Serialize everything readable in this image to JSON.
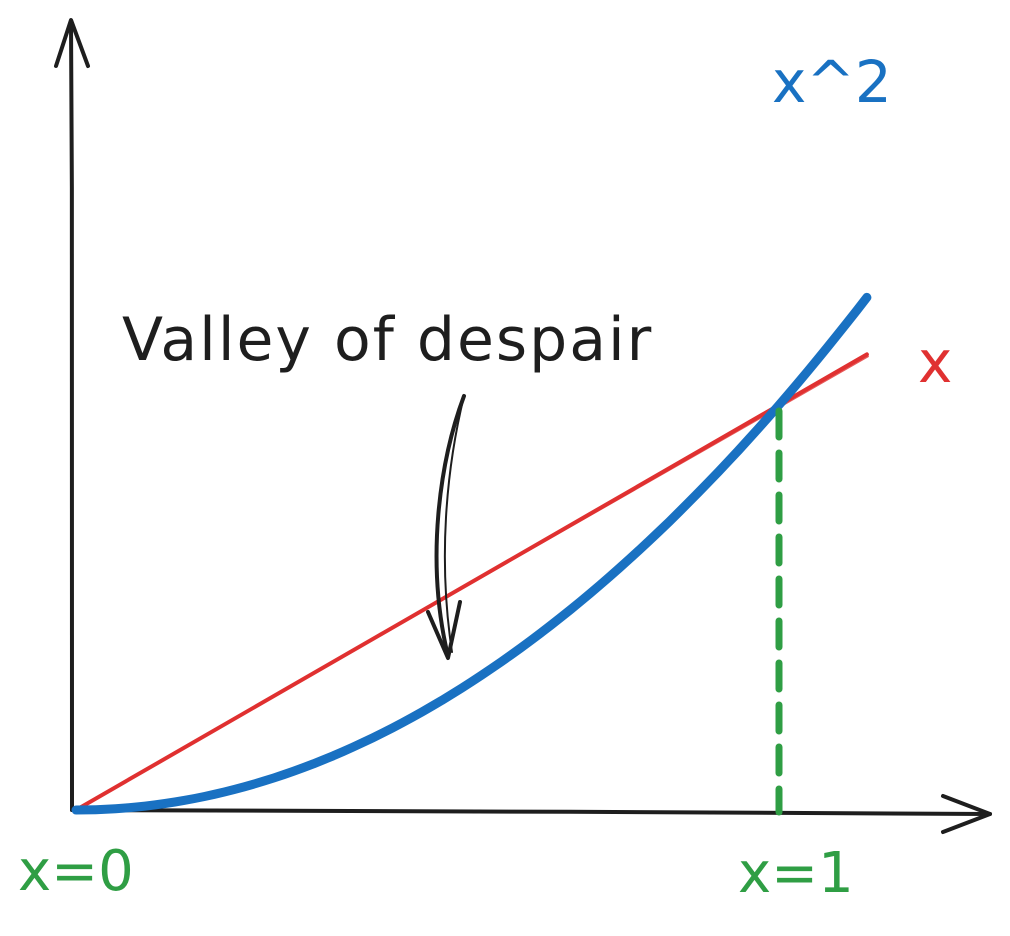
{
  "annotation": {
    "text": "Valley of despair"
  },
  "curves": {
    "quadratic": {
      "label": "x^2",
      "color": "#1971c2",
      "x": [
        0,
        0.25,
        0.5,
        0.75,
        1,
        1.125
      ],
      "y": [
        0,
        0.0625,
        0.25,
        0.5625,
        1,
        1.2656
      ]
    },
    "linear": {
      "label": "x",
      "color": "#e03131",
      "x": [
        0,
        1.125
      ],
      "y": [
        0,
        1.125
      ]
    }
  },
  "ticks": [
    {
      "label": "x=0",
      "value": 0
    },
    {
      "label": "x=1",
      "value": 1
    }
  ],
  "colors": {
    "axes": "#1e1e1e",
    "ticks": "#2f9e44"
  }
}
